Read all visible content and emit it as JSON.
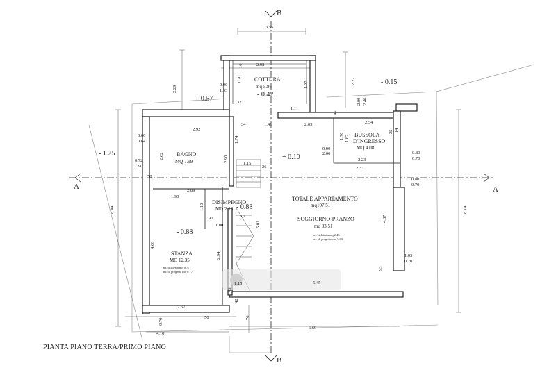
{
  "caption": "PIANTA PIANO TERRA/PRIMO PIANO",
  "section_labels": {
    "a": "A",
    "b": "B"
  },
  "rooms": {
    "cottura": {
      "name": "COTTURA",
      "area": "mq 5.86"
    },
    "bagno": {
      "name": "BAGNO",
      "area": "MQ 7.99"
    },
    "bussola": {
      "name1": "BUSSOLA",
      "name2": "D'INGRESSO",
      "area": "MQ 4.08"
    },
    "disimpegno": {
      "name": "DISIMPEGNO",
      "area": "MQ 2.18"
    },
    "totale": {
      "name": "TOTALE APPARTAMENTO",
      "area": "mq107.51"
    },
    "soggiorno": {
      "name": "SOGGIORNO-PRANZO",
      "area": "mq 33.51",
      "note1": "aer. richiesta mq 2.46",
      "note2": "aer. di progetto mq 3.63"
    },
    "stanza": {
      "name": "STANZA",
      "area": "MQ 12.35",
      "note1": "aer. richiesta mq 0.77",
      "note2": "aer. di progetto mq 0.77"
    }
  },
  "levels": {
    "kitchen": "- 0.42",
    "left_top": "- 0.57",
    "right_top": "- 0.15",
    "west": "- 1.25",
    "center": "+ 0.10",
    "disimpegno": "- 0.88",
    "stanza": "- 0.88"
  },
  "dims": {
    "top_width": "3.55",
    "cottura_width": "2.98",
    "d_229": "2.29",
    "d_227": "2.27",
    "d_10": "10",
    "d_170": "1.70",
    "d_090": "0.90",
    "d_193": "1.93",
    "d_197": "1.97",
    "d_32": "32",
    "d_111": "1.11",
    "d_45": "45",
    "d_200": "2.00",
    "d_246": "2.46",
    "d_254": "2.54",
    "d_34": "34",
    "d_141": "1.41",
    "d_203": "2.03",
    "d_176": "1.76",
    "d_167": "1.67",
    "d_25": "25",
    "d_14": "14",
    "d_292": "2.92",
    "d_060": "0.60",
    "d_064": "0.64",
    "d_072": "0.72",
    "d_190": "1.90",
    "d_262": "2.62",
    "d_174": "1.74",
    "d_290": "2.90",
    "d_115": "1.15",
    "d_26": "26",
    "d_090b": "0.90",
    "d_200b": "2.00",
    "d_223": "2.23",
    "d_233": "2.33",
    "d_080": "0.80",
    "d_070": "0.70",
    "d_080b": "0.80",
    "d_070b": "0.70",
    "d_50": "50",
    "d_289": "2.89",
    "d_190b": "1.90",
    "d_110": "1.10",
    "d_100": "1.00",
    "d_90": "90",
    "d_10b": "10",
    "d_501": "5.01",
    "d_487": "4.87",
    "d_844": "8.44",
    "d_814": "8.14",
    "d_468": "4.68",
    "d_294": "2.94",
    "d_105": "1.05",
    "d_070c": "0.70",
    "d_95": "95",
    "d_115b": "1.15",
    "d_545": "5.45",
    "d_45b": "45",
    "d_42": "42",
    "d_267": "2.67",
    "d_50b": "50",
    "d_76": "76",
    "d_070d": "0.70",
    "d_410": "4.10",
    "d_669": "6.69"
  },
  "colors": {
    "ink": "#222222",
    "frame": "#777777",
    "dashed": "#888888",
    "watermark": "#d4d4d4"
  }
}
